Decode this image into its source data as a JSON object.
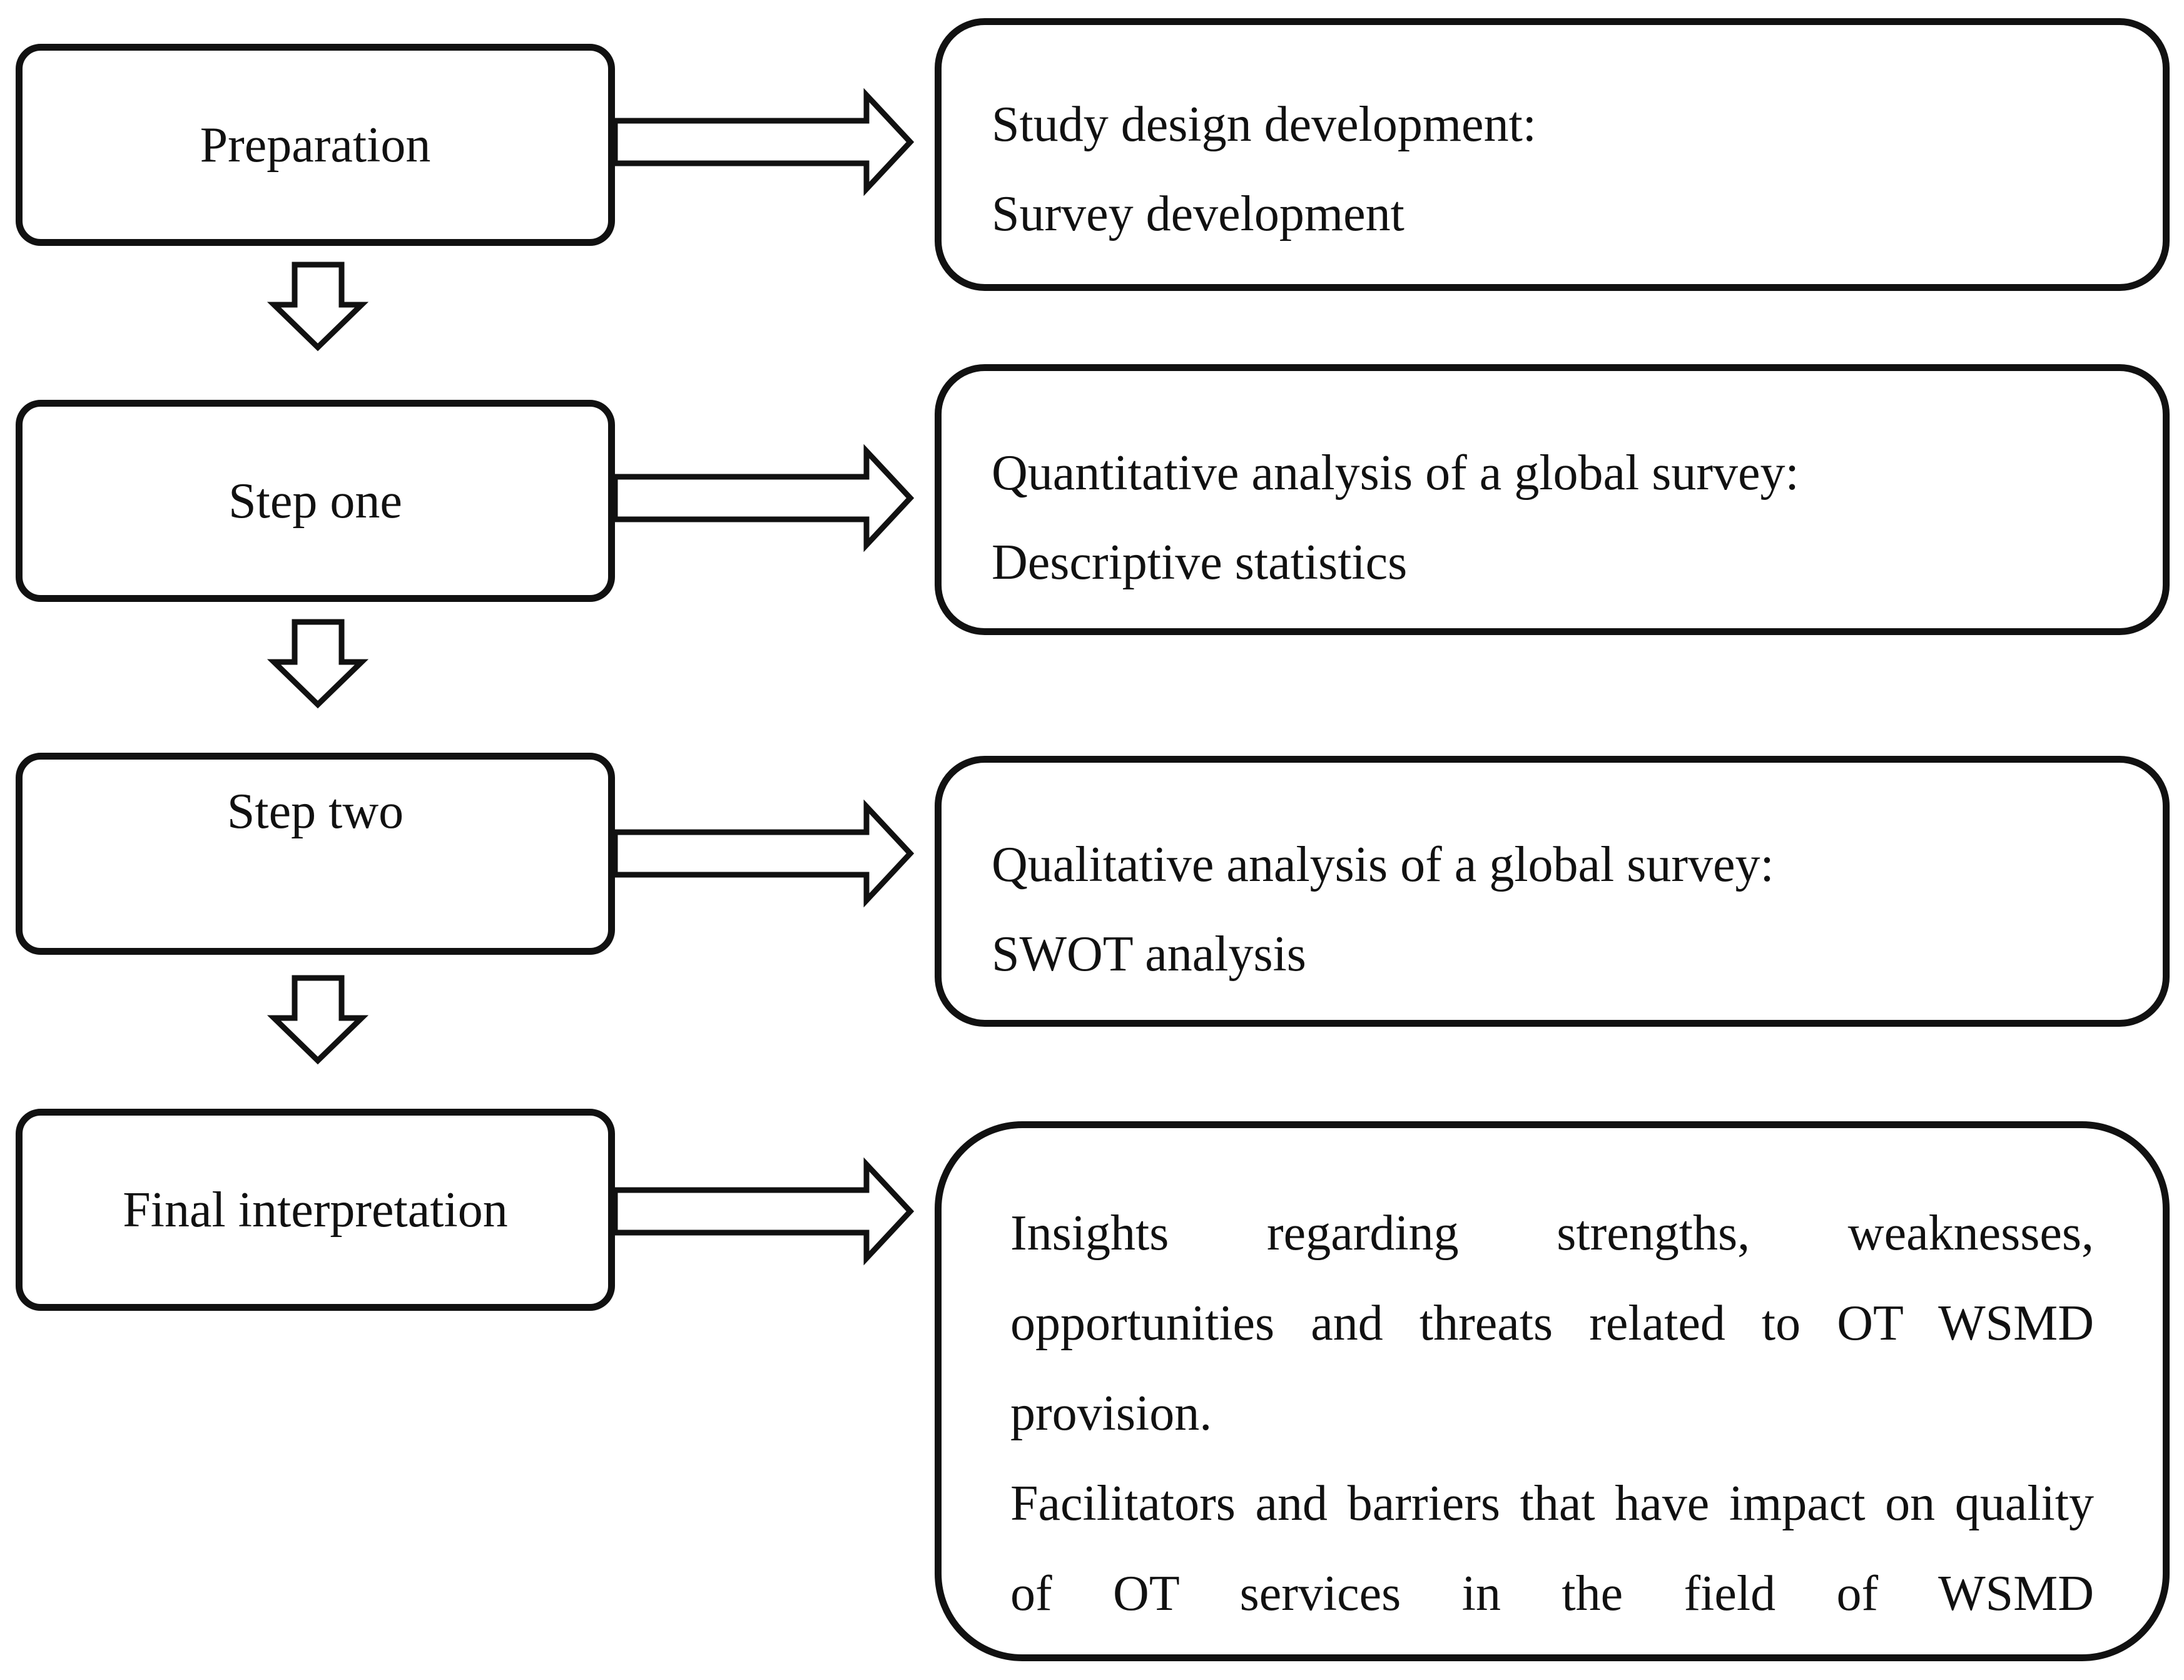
{
  "stages": [
    {
      "label": "Preparation",
      "detail_lines": [
        "Study design development:",
        "Survey development"
      ]
    },
    {
      "label": "Step one",
      "detail_lines": [
        "Quantitative analysis of a global survey:",
        "Descriptive statistics"
      ]
    },
    {
      "label": "Step two",
      "detail_lines": [
        "Qualitative analysis of a global survey:",
        "SWOT analysis"
      ]
    },
    {
      "label": "Final interpretation",
      "detail_paragraphs": [
        "Insights regarding strengths, weaknesses, opportunities and threats related to OT WSMD provision.",
        "Facilitators and barriers that have impact on quality of OT services in the field of WSMD"
      ]
    }
  ],
  "colors": {
    "stroke": "#111111",
    "fill": "#ffffff"
  }
}
